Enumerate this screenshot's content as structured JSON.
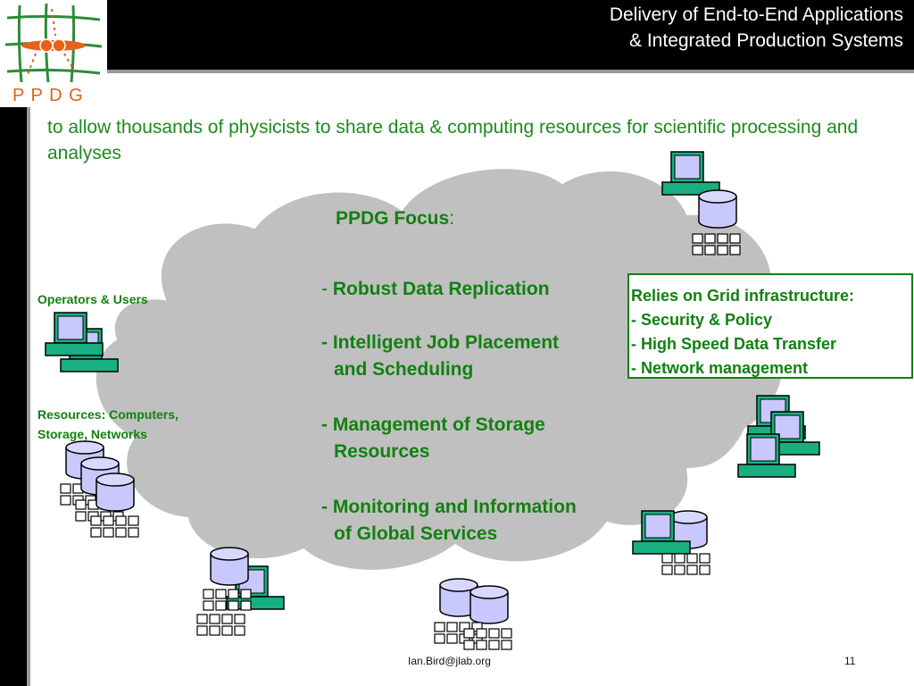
{
  "header": {
    "title_line1": "Delivery of End-to-End Applications",
    "title_line2": "& Integrated Production Systems"
  },
  "logo": {
    "text": "P P D G",
    "icon": "ppdg-logo-icon"
  },
  "intro": "to allow thousands of physicists to share data & computing resources for scientific processing and analyses",
  "focus": {
    "title": "PPDG Focus",
    "colon": ":"
  },
  "bullets": [
    {
      "dash": "- ",
      "line1": "Robust Data Replication",
      "line2": ""
    },
    {
      "dash": "- ",
      "line1": "Intelligent Job Placement",
      "line2": "and Scheduling"
    },
    {
      "dash": "- ",
      "line1": "Management of Storage",
      "line2": "Resources"
    },
    {
      "dash": "- ",
      "line1": "Monitoring and Information",
      "line2": "of Global Services"
    }
  ],
  "relies": {
    "title": "Relies on Grid infrastructure:",
    "items": [
      "- Security & Policy",
      "- High Speed Data Transfer",
      "- Network management"
    ]
  },
  "labels": {
    "operators": "Operators & Users",
    "resources_line1": "Resources: Computers,",
    "resources_line2": "Storage, Networks"
  },
  "footer": {
    "email": "Ian.Bird@jlab.org",
    "page": "11"
  },
  "colors": {
    "text_green": "#128012",
    "monitor_teal": "#18b080",
    "disk_lavender": "#c8c8ff",
    "cloud_gray": "#c0c0c0"
  },
  "icons": [
    "workstation-icon",
    "disk-icon",
    "network-grid-icon",
    "cloud-shape"
  ]
}
